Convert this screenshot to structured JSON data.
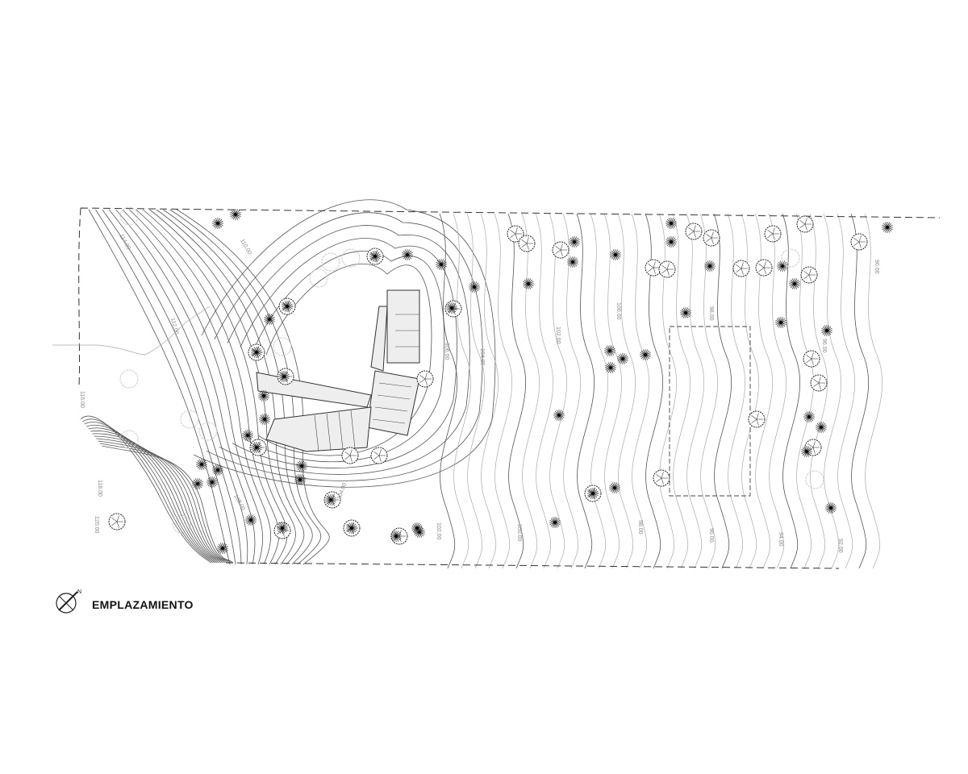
{
  "drawing": {
    "title": "EMPLAZAMIENTO",
    "north_arrow_label": "N",
    "contour_labels": {
      "c114": "114.00",
      "c112": "112.00",
      "c110": "110.00",
      "c116": "116.00",
      "c118": "118.00",
      "c120": "120.00",
      "c108": "108.00",
      "c106": "106.00",
      "c104a": "104.00",
      "c104b": "104.00",
      "c102a": "102.00",
      "c102b": "102.00",
      "c100a": "100.00",
      "c100b": "100.00",
      "c98a": "98.00",
      "c98b": "98.00",
      "c96a": "96.00",
      "c96b": "96.00",
      "c94": "94.00",
      "c92": "92.00",
      "c90": "90.00"
    }
  }
}
